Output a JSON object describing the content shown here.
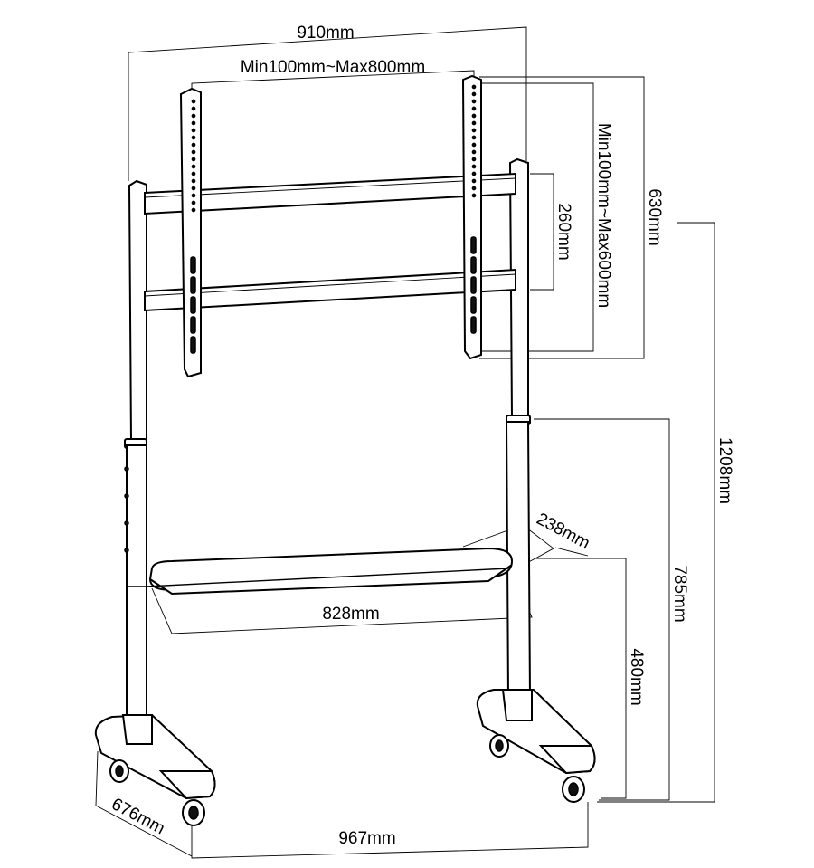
{
  "dimensions": {
    "overall_width": "910mm",
    "vesa_horizontal": "Min100mm~Max800mm",
    "vesa_vertical": "Min100mm~Max600mm",
    "bar_spacing": "260mm",
    "bracket_height": "630mm",
    "overall_height": "1208mm",
    "column_height": "785mm",
    "shelf_depth": "238mm",
    "shelf_height": "480mm",
    "shelf_width": "828mm",
    "base_depth": "676mm",
    "base_width": "967mm"
  },
  "colors": {
    "line": "#000000",
    "background": "#ffffff"
  }
}
